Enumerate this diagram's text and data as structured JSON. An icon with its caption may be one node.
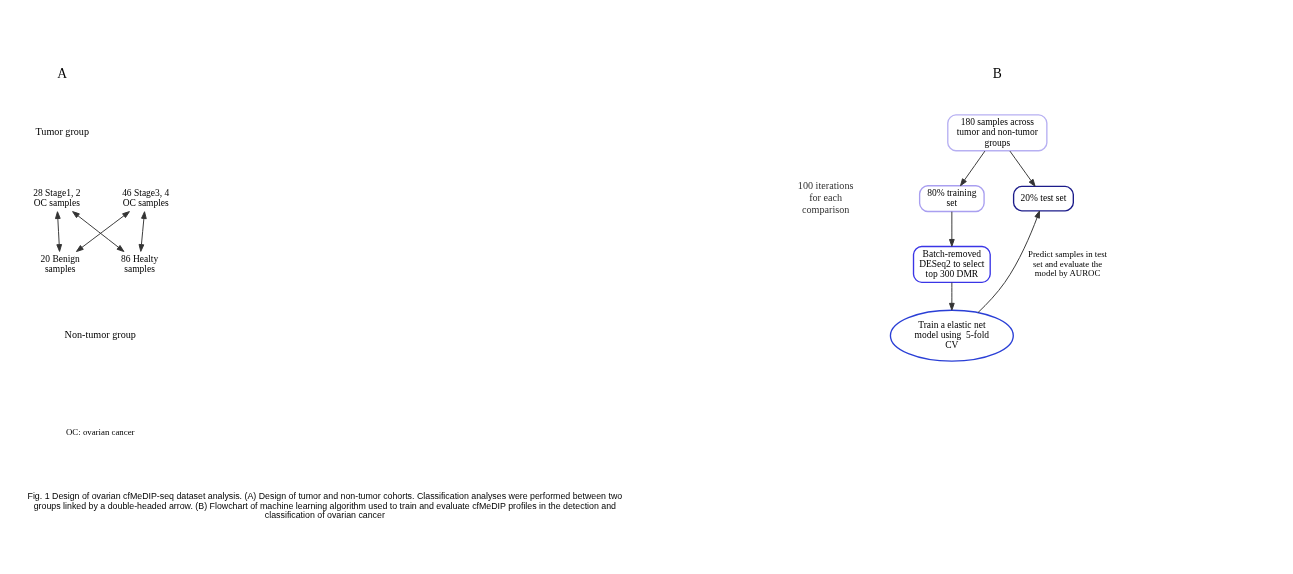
{
  "diagram": {
    "caption": "Fig. 1 Design of ovarian cfMeDIP-seq dataset analysis. (A) Design of tumor and non-tumor cohorts. Classification analyses were performed between two groups linked by a double-headed arrow. (B) Flowchart of machine learning algorithm used to train and evaluate cfMeDIP profiles in the detection and classification of ovarian cancer",
    "nodes": [
      {
        "text": [
          "28 Stage1, 2 OC samples"
        ]
      },
      {
        "text": [
          "46 Stage3, 4 OC samples"
        ]
      },
      {
        "text": [
          "20 Benign samples"
        ]
      },
      {
        "text": [
          "86 Healty samples"
        ]
      },
      {
        "text": [
          "180 samples across tumor and non-tumor groups"
        ]
      },
      {
        "text": [
          "80% training set"
        ]
      },
      {
        "text": [
          "20% test set"
        ]
      },
      {
        "text": [
          "Batch-removed DESeq2 to select top 300 DMR"
        ]
      },
      {
        "text": [
          "Train a elastic net model using  5-fold CV"
        ]
      }
    ],
    "edges": [
      {
        "from": 0,
        "to": 2,
        "arrow": "both"
      },
      {
        "from": 1,
        "to": 3,
        "arrow": "both"
      },
      {
        "from": 0,
        "to": 3,
        "arrow": "both"
      },
      {
        "from": 1,
        "to": 2,
        "arrow": "both"
      },
      {
        "from": 4,
        "to": 5,
        "arrow": "to"
      },
      {
        "from": 4,
        "to": 6,
        "arrow": "to"
      },
      {
        "from": 5,
        "to": 7,
        "arrow": "to"
      },
      {
        "from": 7,
        "to": 8,
        "arrow": "to"
      },
      {
        "from": 8,
        "to": 6,
        "arrow": "to",
        "label": "Predict samples in test set and evaluate the model by AUROC"
      }
    ],
    "labels": [
      "A",
      "B",
      "Tumor group",
      "100 iterations for each comparison",
      "Non-tumor group",
      "OC: ovarian cancer"
    ]
  }
}
